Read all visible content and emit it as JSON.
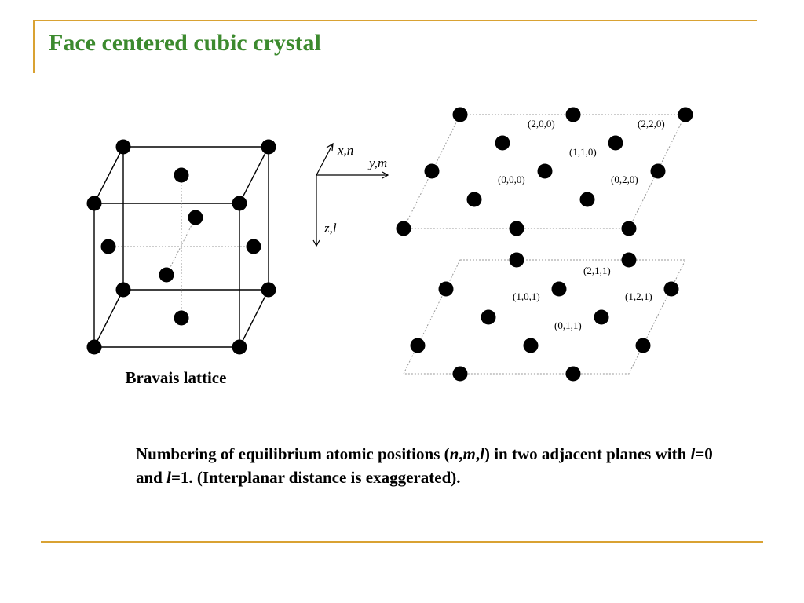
{
  "slide": {
    "title": "Face centered cubic crystal",
    "accent_color": "#d9a233",
    "title_color": "#3c8a2e"
  },
  "lattice": {
    "label": "Bravais lattice"
  },
  "axes": {
    "x_label": "x,n",
    "y_label": "y,m",
    "z_label": "z,l"
  },
  "plane_top": {
    "positions": [
      "(2,0,0)",
      "(2,2,0)",
      "(1,1,0)",
      "(0,0,0)",
      "(0,2,0)"
    ]
  },
  "plane_bottom": {
    "positions": [
      "(2,1,1)",
      "(1,0,1)",
      "(1,2,1)",
      "(0,1,1)"
    ]
  },
  "caption": {
    "part1": "Numbering of equilibrium atomic positions (",
    "n": "n",
    "comma1": ",",
    "m": "m",
    "comma2": ",",
    "l": "l",
    "part2": ") in two adjacent planes with ",
    "l_eq0": "l",
    "part3": "=0 and ",
    "l_eq1": "l",
    "part4": "=1. (Interplanar distance is exaggerated)."
  }
}
